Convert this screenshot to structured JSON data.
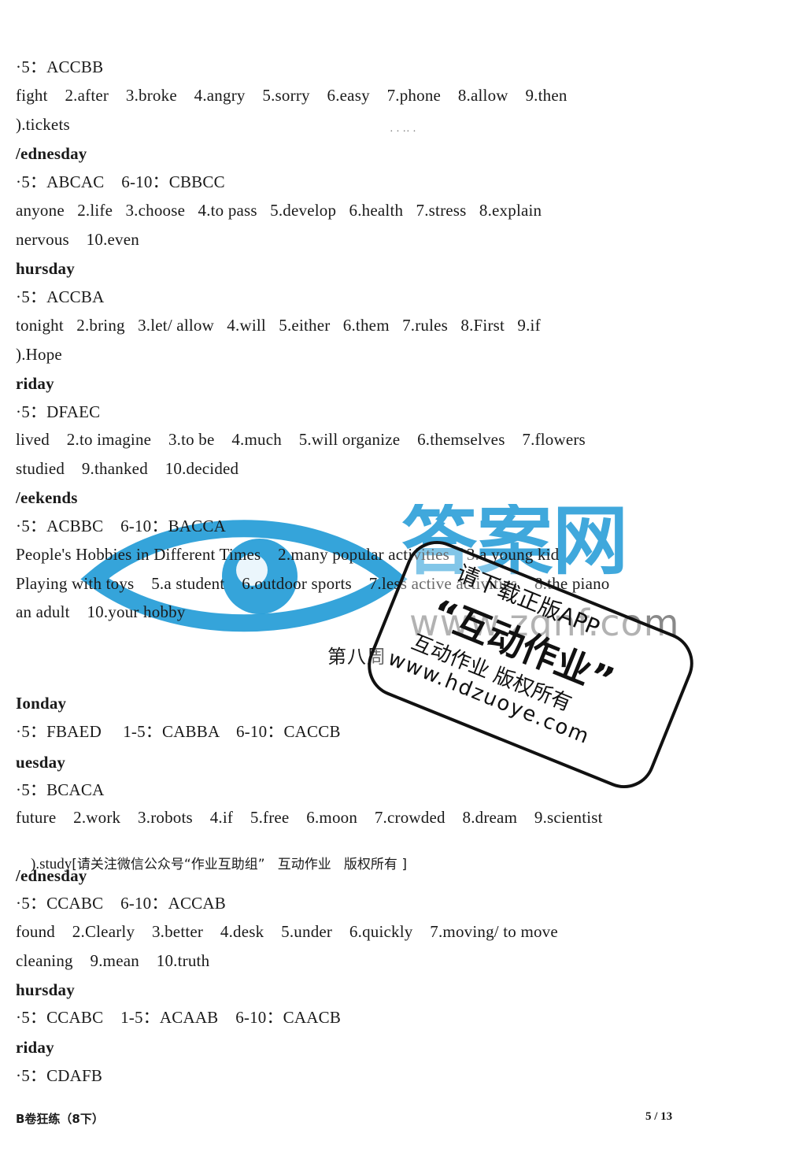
{
  "lines": [
    {
      "text": "·5：ACCBB",
      "bold": false
    },
    {
      "text": "fight    2.after    3.broke    4.angry    5.sorry    6.easy    7.phone    8.allow    9.then",
      "bold": false
    },
    {
      "text": ").tickets",
      "bold": false
    },
    {
      "text": "/ednesday",
      "bold": true
    },
    {
      "text": "·5：ABCAC    6-10：CBBCC",
      "bold": false
    },
    {
      "text": "anyone   2.life   3.choose   4.to pass   5.develop   6.health   7.stress   8.explain",
      "bold": false
    },
    {
      "text": "nervous    10.even",
      "bold": false
    },
    {
      "text": "hursday",
      "bold": true
    },
    {
      "text": "·5：ACCBA",
      "bold": false
    },
    {
      "text": "tonight   2.bring   3.let/ allow   4.will   5.either   6.them   7.rules   8.First   9.if",
      "bold": false
    },
    {
      "text": ").Hope",
      "bold": false
    },
    {
      "text": "riday",
      "bold": true
    },
    {
      "text": "·5：DFAEC",
      "bold": false
    },
    {
      "text": "lived    2.to imagine    3.to be    4.much    5.will organize    6.themselves    7.flowers",
      "bold": false
    },
    {
      "text": "studied    9.thanked    10.decided",
      "bold": false
    },
    {
      "text": "/eekends",
      "bold": true
    },
    {
      "text": "·5：ACBBC    6-10：BACCA",
      "bold": false
    },
    {
      "text": "People's Hobbies in Different Times    2.many popular activities    3.a young kid",
      "bold": false
    },
    {
      "text": "Playing with toys    5.a student    6.outdoor sports    7.less active activities    8.the piano",
      "bold": false
    },
    {
      "text": "an adult    10.your hobby",
      "bold": false
    },
    {
      "text": "Ionday",
      "bold": true
    },
    {
      "text": "·5：FBAED     1-5：CABBA    6-10：CACCB",
      "bold": false
    },
    {
      "text": "uesday",
      "bold": true
    },
    {
      "text": "·5：BCACA",
      "bold": false
    },
    {
      "text": "future    2.work    3.robots    4.if    5.free    6.moon    7.crowded    8.dream    9.scientist",
      "bold": false
    },
    {
      "text": "/ednesday",
      "bold": true
    },
    {
      "text": "·5：CCABC    6-10：ACCAB",
      "bold": false
    },
    {
      "text": "found    2.Clearly    3.better    4.desk    5.under    6.quickly    7.moving/ to move",
      "bold": false
    },
    {
      "text": "cleaning    9.mean    10.truth",
      "bold": false
    },
    {
      "text": "hursday",
      "bold": true
    },
    {
      "text": "·5：CCABC    1-5：ACAAB    6-10：CAACB",
      "bold": false
    },
    {
      "text": "riday",
      "bold": true
    },
    {
      "text": "·5：CDAFB",
      "bold": false
    }
  ],
  "heading": "第八周",
  "notice": {
    "prefix": ").study",
    "chinese": "[请关注微信公众号“作业互助组”   互动作业   版权所有 ]"
  },
  "footer": {
    "left": "B卷狂练（8下）",
    "right": "5 / 13"
  },
  "watermark": {
    "site": "www.zqnf.com",
    "logo_text": "答案网"
  },
  "stamp": {
    "line1": "请下载正版APP",
    "line2": "“互动作业”",
    "line3": "互动作业 版权所有",
    "line4": "www.hdzuoye.com"
  },
  "colors": {
    "watermark_blue": "#1f9ad6",
    "text": "#1a1a1a"
  }
}
